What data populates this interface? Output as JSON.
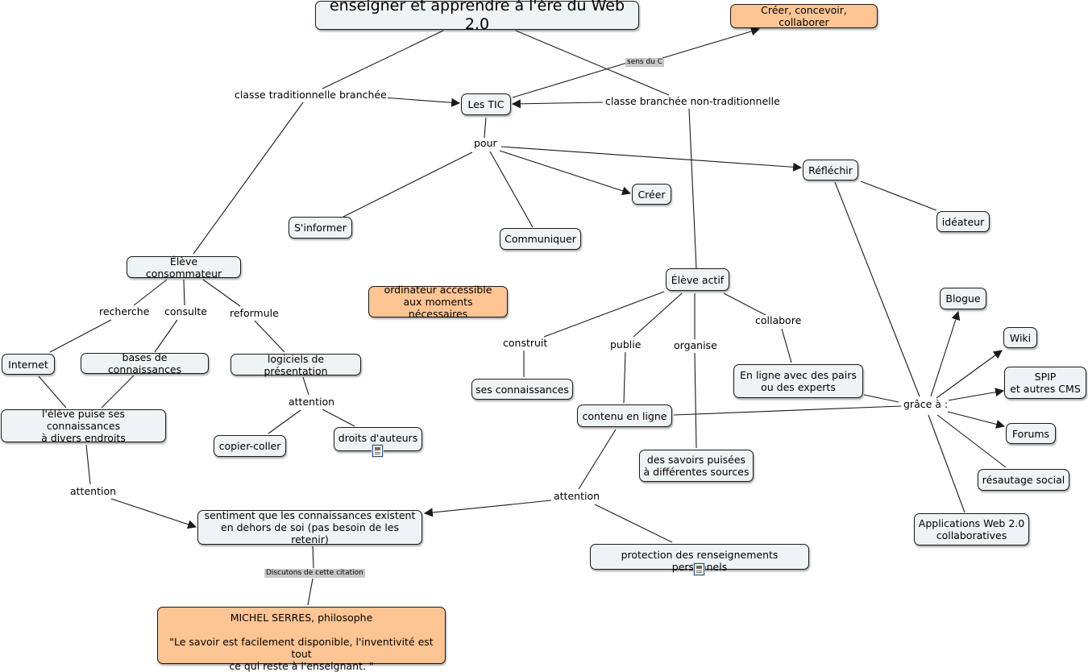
{
  "map": {
    "title": "enseigner et apprendre à l'ère du Web 2.0",
    "nodes": {
      "cree_concevoir": "Créer, concevoir, collaborer",
      "les_tic": "Les TIC",
      "reflechir": "Réfléchir",
      "creer": "Créer",
      "ideateur": "idéateur",
      "sinformer": "S'informer",
      "communiquer": "Communiquer",
      "eleve_consommateur": "Élève consommateur",
      "ordinateur": "ordinateur accessible\naux moments nécessaires",
      "eleve_actif": "Élève actif",
      "blogue": "Blogue",
      "wiki": "Wiki",
      "spip": "SPIP\net autres CMS",
      "forums": "Forums",
      "resautage": "résautage social",
      "applications": "Applications Web 2.0\ncollaboratives",
      "internet": "Internet",
      "bases": "bases de connaissances",
      "logiciels": "logiciels de présentation",
      "eleve_puise": "l'élève puise ses connaissances\nà divers endroits",
      "copier_coller": "copier-coller",
      "droits": "droits d'auteurs",
      "ses_connaissances": "ses connaissances",
      "en_ligne_pairs": "En ligne avec des pairs\nou des experts",
      "contenu_en_ligne": "contenu en ligne",
      "savoirs_puisees": "des savoirs puisées\nà différentes sources",
      "sentiment": "sentiment que les connaissances existent\nen dehors de soi (pas besoin de les retenir)",
      "protection": "protection des renseignements personnels",
      "michel_serres": "MICHEL SERRES, philosophe\n\n\"Le savoir est facilement disponible, l'inventivité est tout\nce qui reste à l'enseignant. \""
    },
    "phrases": {
      "classe_trad": "classe traditionnelle branchée",
      "classe_non_trad": "classe branchée non-traditionnelle",
      "pour": "pour",
      "recherche": "recherche",
      "consulte": "consulte",
      "reformule": "reformule",
      "attention_logiciels": "attention",
      "construit": "construit",
      "publie": "publie",
      "organise": "organise",
      "collabore": "collabore",
      "grace_a": "grâce à :",
      "attention_left": "attention",
      "attention_mid": "attention"
    },
    "link_labels": {
      "sens_du_c": "sens du C",
      "discutons": "Discutons de cette citation"
    },
    "icons": {
      "droits_doc": "document-icon",
      "protection_doc": "document-icon"
    },
    "colors": {
      "node_fill": "#eef3f5",
      "highlight_fill": "#fdc494",
      "edge": "#1a1a1a"
    }
  }
}
